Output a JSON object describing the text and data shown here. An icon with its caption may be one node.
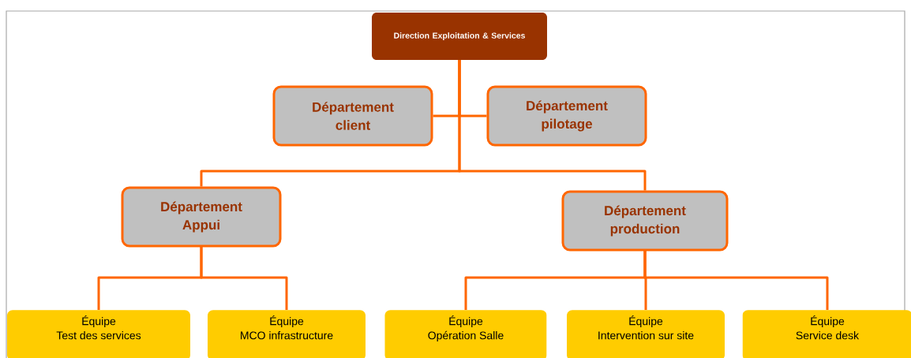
{
  "diagram": {
    "nodes": [
      {
        "text": [
          "Direction Exploitation & Services"
        ]
      },
      {
        "text": [
          "Département client"
        ]
      },
      {
        "text": [
          "Département pilotage"
        ]
      },
      {
        "text": [
          "Département Appui"
        ]
      },
      {
        "text": [
          "Département production"
        ]
      },
      {
        "text": [
          "Équipe",
          "Test des services"
        ]
      },
      {
        "text": [
          "Équipe",
          "MCO infrastructure"
        ]
      },
      {
        "text": [
          "Équipe",
          "Opération Salle"
        ]
      },
      {
        "text": [
          "Équipe",
          "Intervention sur site"
        ]
      },
      {
        "text": [
          "Équipe",
          "Service desk"
        ]
      }
    ],
    "edges": [
      {
        "from": 0,
        "to": 1,
        "arrow": "none"
      },
      {
        "from": 0,
        "to": 2,
        "arrow": "none"
      },
      {
        "from": 0,
        "to": 3,
        "arrow": "none"
      },
      {
        "from": 0,
        "to": 4,
        "arrow": "none"
      },
      {
        "from": 3,
        "to": 5,
        "arrow": "none"
      },
      {
        "from": 3,
        "to": 6,
        "arrow": "none"
      },
      {
        "from": 4,
        "to": 7,
        "arrow": "none"
      },
      {
        "from": 4,
        "to": 8,
        "arrow": "none"
      },
      {
        "from": 4,
        "to": 9,
        "arrow": "none"
      }
    ]
  }
}
